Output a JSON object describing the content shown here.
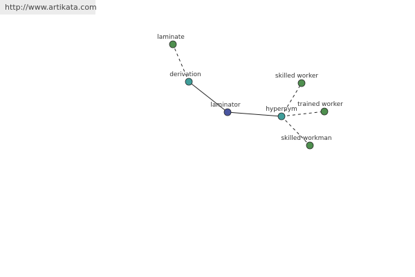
{
  "banner": {
    "url": "http://www.artikata.com"
  },
  "colors": {
    "center_node": "#4a56a0",
    "relation_node": "#3f9e9a",
    "leaf_node": "#4f8f4f"
  },
  "graph": {
    "nodes": [
      {
        "id": "laminator",
        "label": "laminator",
        "kind": "center_node"
      },
      {
        "id": "derivation",
        "label": "derivation",
        "kind": "relation_node"
      },
      {
        "id": "laminate",
        "label": "laminate",
        "kind": "leaf_node"
      },
      {
        "id": "hypernym",
        "label": "hypernym",
        "kind": "relation_node"
      },
      {
        "id": "skilled-worker",
        "label": "skilled worker",
        "kind": "leaf_node"
      },
      {
        "id": "trained-worker",
        "label": "trained worker",
        "kind": "leaf_node"
      },
      {
        "id": "skilled-workman",
        "label": "skilled workman",
        "kind": "leaf_node"
      }
    ],
    "edges": [
      {
        "from": "laminator",
        "to": "derivation",
        "style": "solid"
      },
      {
        "from": "derivation",
        "to": "laminate",
        "style": "dashed"
      },
      {
        "from": "laminator",
        "to": "hypernym",
        "style": "solid"
      },
      {
        "from": "hypernym",
        "to": "skilled-worker",
        "style": "dashed"
      },
      {
        "from": "hypernym",
        "to": "trained-worker",
        "style": "dashed"
      },
      {
        "from": "hypernym",
        "to": "skilled-workman",
        "style": "dashed"
      }
    ]
  }
}
